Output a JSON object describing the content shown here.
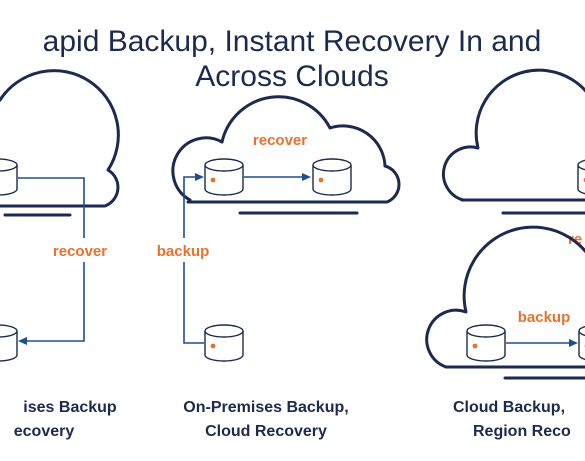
{
  "title": {
    "line1": "apid Backup, Instant Recovery In and",
    "line2": "Across Clouds"
  },
  "panels": [
    {
      "flow_label": "recover",
      "caption_line1": "ises Backup",
      "caption_line2": "ecovery"
    },
    {
      "flow_label_top": "recover",
      "flow_label_side": "backup",
      "caption_line1": "On-Premises Backup,",
      "caption_line2": "Cloud Recovery"
    },
    {
      "flow_label_side": "re",
      "flow_label_inner": "backup",
      "caption_line1": "Cloud Backup,",
      "caption_line2": "Region Reco"
    }
  ],
  "icons": {
    "storage": "database-icon",
    "cloud": "cloud-icon"
  },
  "colors": {
    "title": "#1b2a4e",
    "outline": "#1b2a4e",
    "accent": "#e8712e",
    "flow": "#1f4e8c",
    "background": "#ffffff"
  }
}
